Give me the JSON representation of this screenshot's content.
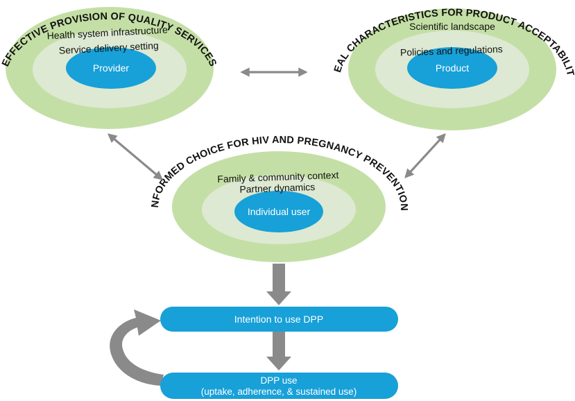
{
  "colors": {
    "outer_ring": "#c4dfa5",
    "middle_ring": "#dde9d2",
    "core": "#18a0d8",
    "connector_arrow": "#8a8a8a",
    "flow_arrow": "#8a8a8a",
    "text_dark": "#111111",
    "text_light": "#ffffff"
  },
  "provider_cluster": {
    "heading": "EFFECTIVE PROVISION OF QUALITY SERVICES",
    "outer_label": "Health system infrastructure",
    "middle_label": "Service delivery setting",
    "core_label": "Provider"
  },
  "product_cluster": {
    "heading": "IDEAL CHARACTERISTICS FOR PRODUCT ACCEPTABILITY",
    "outer_label": "Scientific landscape",
    "middle_label": "Policies and regulations",
    "core_label": "Product"
  },
  "user_cluster": {
    "heading": "INFORMED CHOICE FOR HIV AND PREGNANCY PREVENTION",
    "outer_label": "Family & community context",
    "middle_label": "Partner dynamics",
    "core_label": "Individual user"
  },
  "flow": {
    "intention_label": "Intention to use DPP",
    "use_label_line1": "DPP use",
    "use_label_line2": "(uptake, adherence, & sustained use)"
  },
  "connectors": [
    {
      "from": "provider_cluster",
      "to": "product_cluster",
      "style": "double-headed"
    },
    {
      "from": "provider_cluster",
      "to": "user_cluster",
      "style": "double-headed"
    },
    {
      "from": "product_cluster",
      "to": "user_cluster",
      "style": "double-headed"
    },
    {
      "from": "user_cluster",
      "to": "intention",
      "style": "block-arrow"
    },
    {
      "from": "intention",
      "to": "use",
      "style": "block-arrow"
    },
    {
      "from": "use",
      "to": "intention",
      "style": "curved-feedback"
    }
  ]
}
